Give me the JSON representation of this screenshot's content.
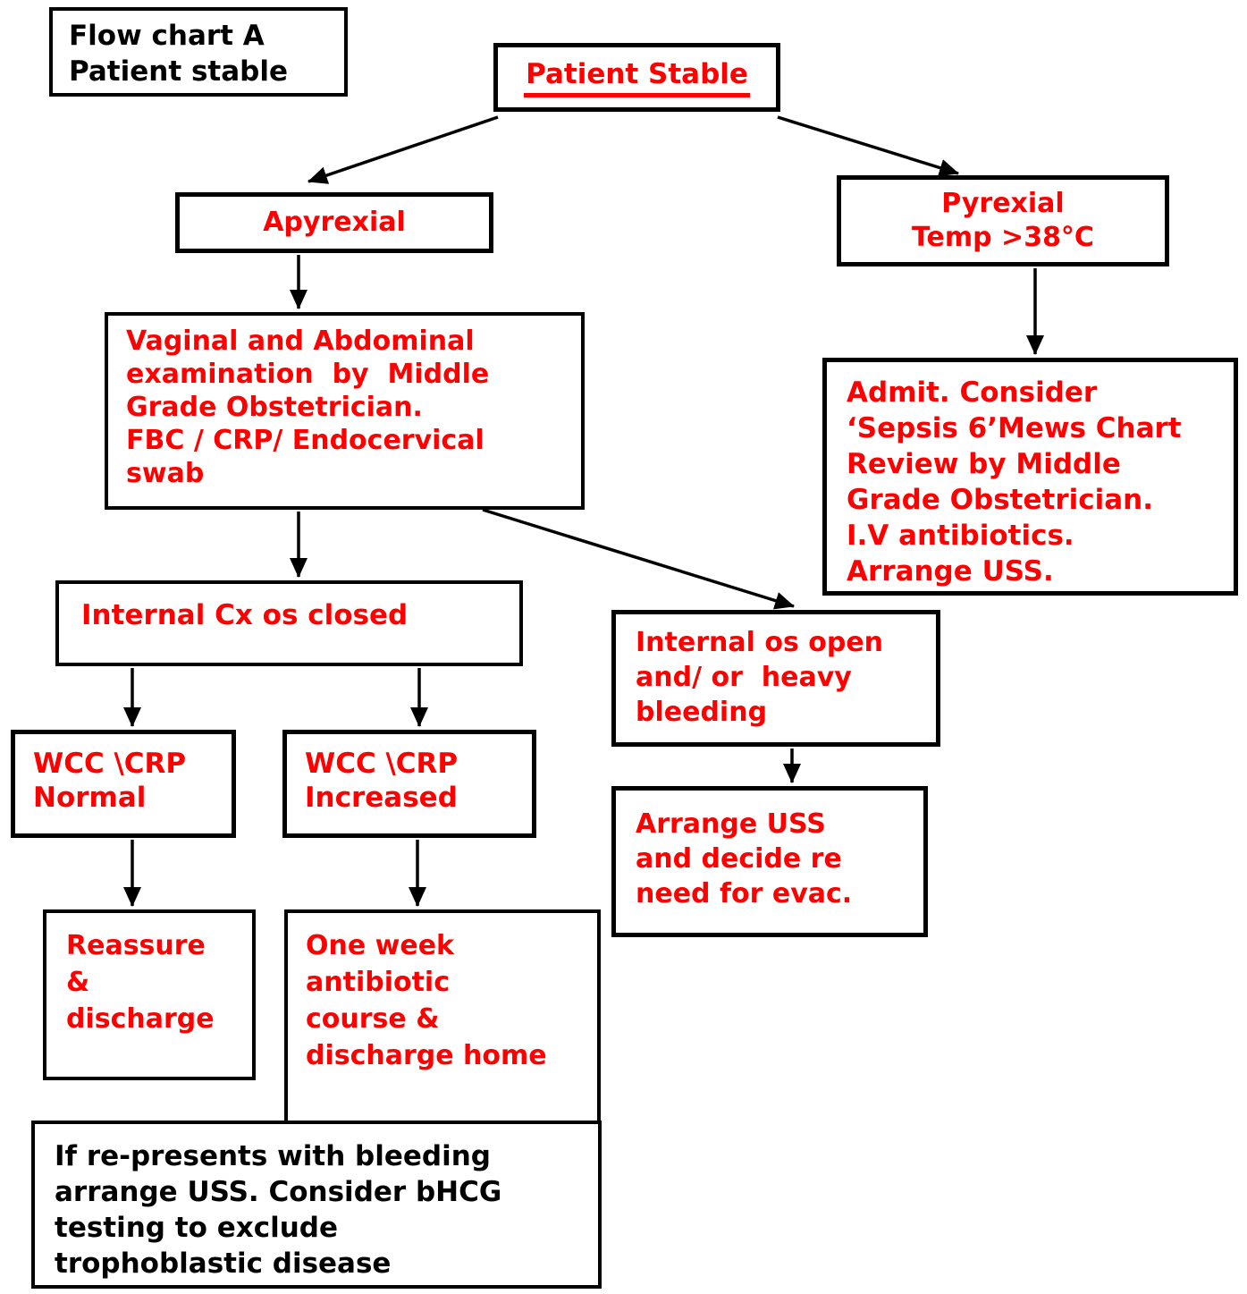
{
  "title": "Flow chart A Patient stable",
  "colors": {
    "text_red": "#ff0000",
    "text_black": "#000000",
    "line_black": "#000000",
    "background": "#ffffff"
  },
  "nodes": {
    "legend": {
      "lines": [
        "Flow chart A",
        "Patient stable"
      ]
    },
    "patient_stable": {
      "label": "Patient Stable"
    },
    "apyrexial": {
      "label": "Apyrexial"
    },
    "pyrexial": {
      "lines": [
        "Pyrexial",
        "Temp >38°C"
      ]
    },
    "vaginal_exam": {
      "lines": [
        "Vaginal and Abdominal",
        "examination  by  Middle",
        "Grade Obstetrician.",
        "FBC / CRP/ Endocervical",
        "swab"
      ]
    },
    "admit": {
      "lines": [
        "Admit. Consider",
        "‘Sepsis 6’Mews Chart",
        "Review by Middle",
        "Grade Obstetrician.",
        "I.V antibiotics.",
        "Arrange USS."
      ]
    },
    "internal_os_closed": {
      "label": "Internal Cx os closed"
    },
    "internal_os_open": {
      "lines": [
        "Internal os open",
        "and/ or  heavy",
        "bleeding"
      ]
    },
    "wcc_normal": {
      "lines": [
        "WCC \\CRP",
        "Normal"
      ]
    },
    "wcc_increased": {
      "lines": [
        "WCC \\CRP",
        "Increased"
      ]
    },
    "arrange_uss": {
      "lines": [
        "Arrange USS",
        "and decide re",
        "need for evac."
      ]
    },
    "reassure": {
      "lines": [
        "Reassure",
        "&",
        "discharge"
      ]
    },
    "one_week": {
      "lines": [
        "One week",
        "antibiotic",
        "course &",
        "discharge home"
      ]
    },
    "re_presents": {
      "lines": [
        "If re-presents with bleeding",
        "arrange USS. Consider bHCG",
        "testing to exclude",
        "trophoblastic disease"
      ]
    }
  },
  "edges": [
    {
      "from": "patient_stable",
      "to": "apyrexial"
    },
    {
      "from": "patient_stable",
      "to": "pyrexial"
    },
    {
      "from": "apyrexial",
      "to": "vaginal_exam"
    },
    {
      "from": "pyrexial",
      "to": "admit"
    },
    {
      "from": "vaginal_exam",
      "to": "internal_os_closed"
    },
    {
      "from": "vaginal_exam",
      "to": "internal_os_open"
    },
    {
      "from": "internal_os_closed",
      "to": "wcc_normal"
    },
    {
      "from": "internal_os_closed",
      "to": "wcc_increased"
    },
    {
      "from": "wcc_normal",
      "to": "reassure"
    },
    {
      "from": "wcc_increased",
      "to": "one_week"
    },
    {
      "from": "internal_os_open",
      "to": "arrange_uss"
    }
  ]
}
